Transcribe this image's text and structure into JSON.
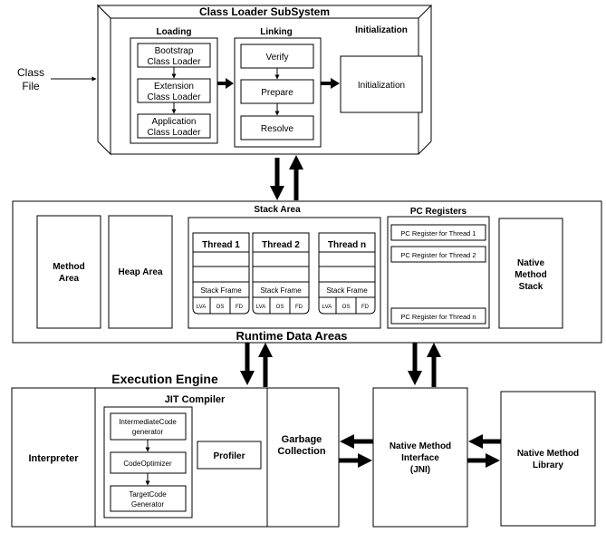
{
  "class_file_label": [
    "Class",
    "File"
  ],
  "class_loader": {
    "title": "Class Loader SubSystem",
    "loading": {
      "title": "Loading",
      "items": [
        [
          "Bootstrap",
          "Class Loader"
        ],
        [
          "Extension",
          "Class Loader"
        ],
        [
          "Application",
          "Class Loader"
        ]
      ]
    },
    "linking": {
      "title": "Linking",
      "items": [
        "Verify",
        "Prepare",
        "Resolve"
      ]
    },
    "initialization": {
      "title": "Initialization",
      "box": "Initialization"
    }
  },
  "runtime": {
    "title": "Runtime Data Areas",
    "method_area": [
      "Method",
      "Area"
    ],
    "heap_area": "Heap Area",
    "stack_area": {
      "title": "Stack Area",
      "threads": [
        "Thread 1",
        "Thread 2",
        "Thread n"
      ],
      "stack_frame": "Stack Frame",
      "cells": [
        "LVA",
        "OS",
        "FD"
      ]
    },
    "pc_registers": {
      "title": "PC Registers",
      "items": [
        "PC Register for Thread 1",
        "PC Register for Thread 2",
        "PC Register for Thread n"
      ]
    },
    "native_method_stack": [
      "Native",
      "Method",
      "Stack"
    ]
  },
  "execution": {
    "title": "Execution Engine",
    "interpreter": "Interpreter",
    "jit": {
      "title": "JIT Compiler",
      "items": [
        [
          "IntermediateCode",
          "generator"
        ],
        [
          "CodeOptimizer"
        ],
        [
          "TargetCode",
          "Generator"
        ]
      ],
      "profiler": "Profiler"
    },
    "gc": [
      "Garbage",
      "Collection"
    ]
  },
  "jni": [
    "Native Method",
    "Interface",
    "(JNI)"
  ],
  "native_library": [
    "Native Method",
    "Library"
  ]
}
